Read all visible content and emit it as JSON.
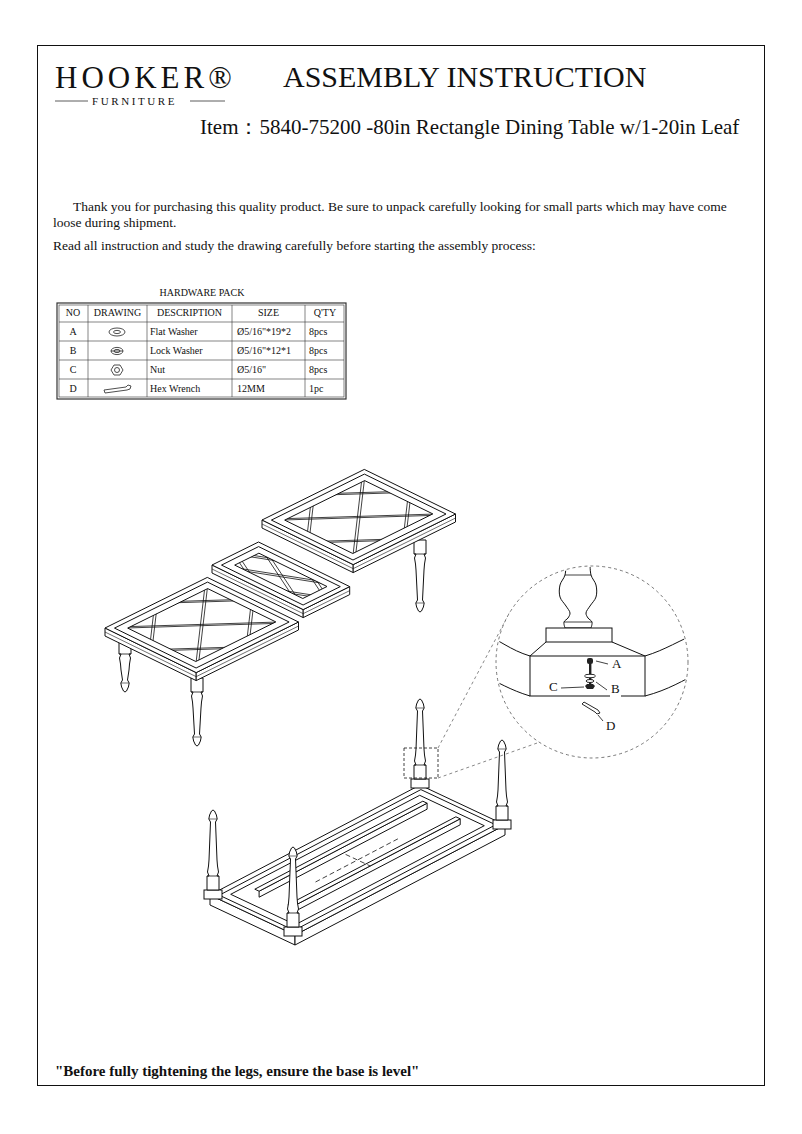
{
  "diagram": {
    "title": "ASSEMBLY INSTRUCTION",
    "labels": [
      "HOOKER®",
      "FURNITURE",
      "Item：5840-75200 -80in Rectangle Dining Table w/1-20in Leaf",
      "Thank you for purchasing this quality product. Be sure to unpack carefully looking for small parts which may have come loose during shipment.",
      "Read all instruction and study the drawing carefully before starting the assembly process:",
      "HARDWARE PACK",
      "NO",
      "DRAWING",
      "DESCRIPTION",
      "SIZE",
      "Q'TY",
      "A",
      "Flat Washer",
      "Ø5/16\"*19*2",
      "8pcs",
      "B",
      "Lock Washer",
      "Ø5/16\"*12*1",
      "8pcs",
      "C",
      "Nut",
      "Ø5/16\"",
      "8pcs",
      "D",
      "Hex Wrench",
      "12MM",
      "1pc",
      "A",
      "C",
      "B",
      "D",
      "\"Before fully tightening the legs, ensure the base is level\""
    ]
  }
}
